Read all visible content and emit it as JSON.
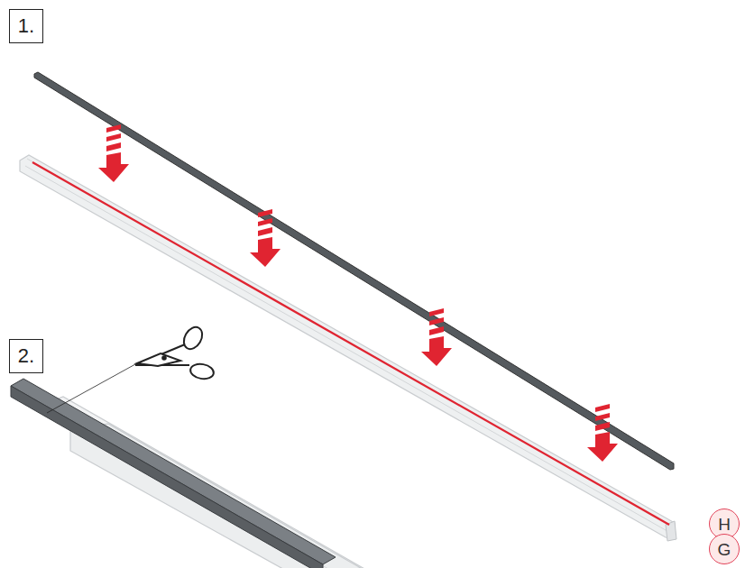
{
  "diagram": {
    "nodes": [
      {
        "text": [
          "1."
        ]
      },
      {
        "text": [
          "2."
        ]
      },
      {
        "text": [
          "H"
        ]
      },
      {
        "text": [
          "G"
        ]
      }
    ]
  }
}
